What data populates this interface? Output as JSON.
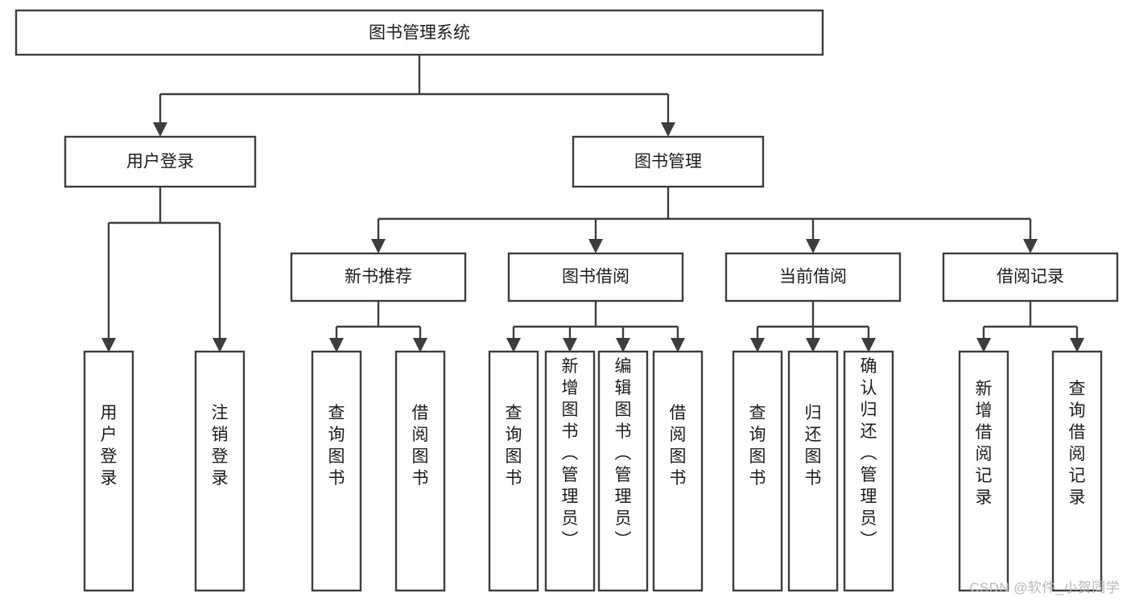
{
  "diagram": {
    "type": "tree-hierarchy",
    "title": "图书管理系统",
    "watermark": "CSDN @软件_小贺同学",
    "colors": {
      "stroke": "#3d3d3d",
      "fill": "#ffffff",
      "text": "#1c1c1c",
      "watermark": "#b9b9b9",
      "background": "#ffffff"
    },
    "levels": {
      "root": {
        "label": "图书管理系统"
      },
      "level2": [
        {
          "id": "user-login",
          "label": "用户登录"
        },
        {
          "id": "book-manage",
          "label": "图书管理"
        }
      ],
      "level3": [
        {
          "id": "new-book-rec",
          "label": "新书推荐",
          "parent": "book-manage"
        },
        {
          "id": "book-borrow",
          "label": "图书借阅",
          "parent": "book-manage"
        },
        {
          "id": "current-borrow",
          "label": "当前借阅",
          "parent": "book-manage"
        },
        {
          "id": "borrow-record",
          "label": "借阅记录",
          "parent": "book-manage"
        }
      ],
      "leaves": [
        {
          "id": "leaf-user-login",
          "label": "用户登录",
          "parent": "user-login"
        },
        {
          "id": "leaf-logout",
          "label": "注销登录",
          "parent": "user-login"
        },
        {
          "id": "leaf-query-book-1",
          "label": "查询图书",
          "parent": "new-book-rec"
        },
        {
          "id": "leaf-borrow-book-1",
          "label": "借阅图书",
          "parent": "new-book-rec"
        },
        {
          "id": "leaf-query-book-2",
          "label": "查询图书",
          "parent": "book-borrow"
        },
        {
          "id": "leaf-add-book",
          "label": "新增图书（管理员）",
          "parent": "book-borrow"
        },
        {
          "id": "leaf-edit-book",
          "label": "编辑图书（管理员）",
          "parent": "book-borrow"
        },
        {
          "id": "leaf-borrow-book-2",
          "label": "借阅图书",
          "parent": "book-borrow"
        },
        {
          "id": "leaf-query-book-3",
          "label": "查询图书",
          "parent": "current-borrow"
        },
        {
          "id": "leaf-return-book",
          "label": "归还图书",
          "parent": "current-borrow"
        },
        {
          "id": "leaf-confirm-return",
          "label": "确认归还（管理员）",
          "parent": "current-borrow"
        },
        {
          "id": "leaf-add-record",
          "label": "新增借阅记录",
          "parent": "borrow-record"
        },
        {
          "id": "leaf-query-record",
          "label": "查询借阅记录",
          "parent": "borrow-record"
        }
      ]
    }
  }
}
